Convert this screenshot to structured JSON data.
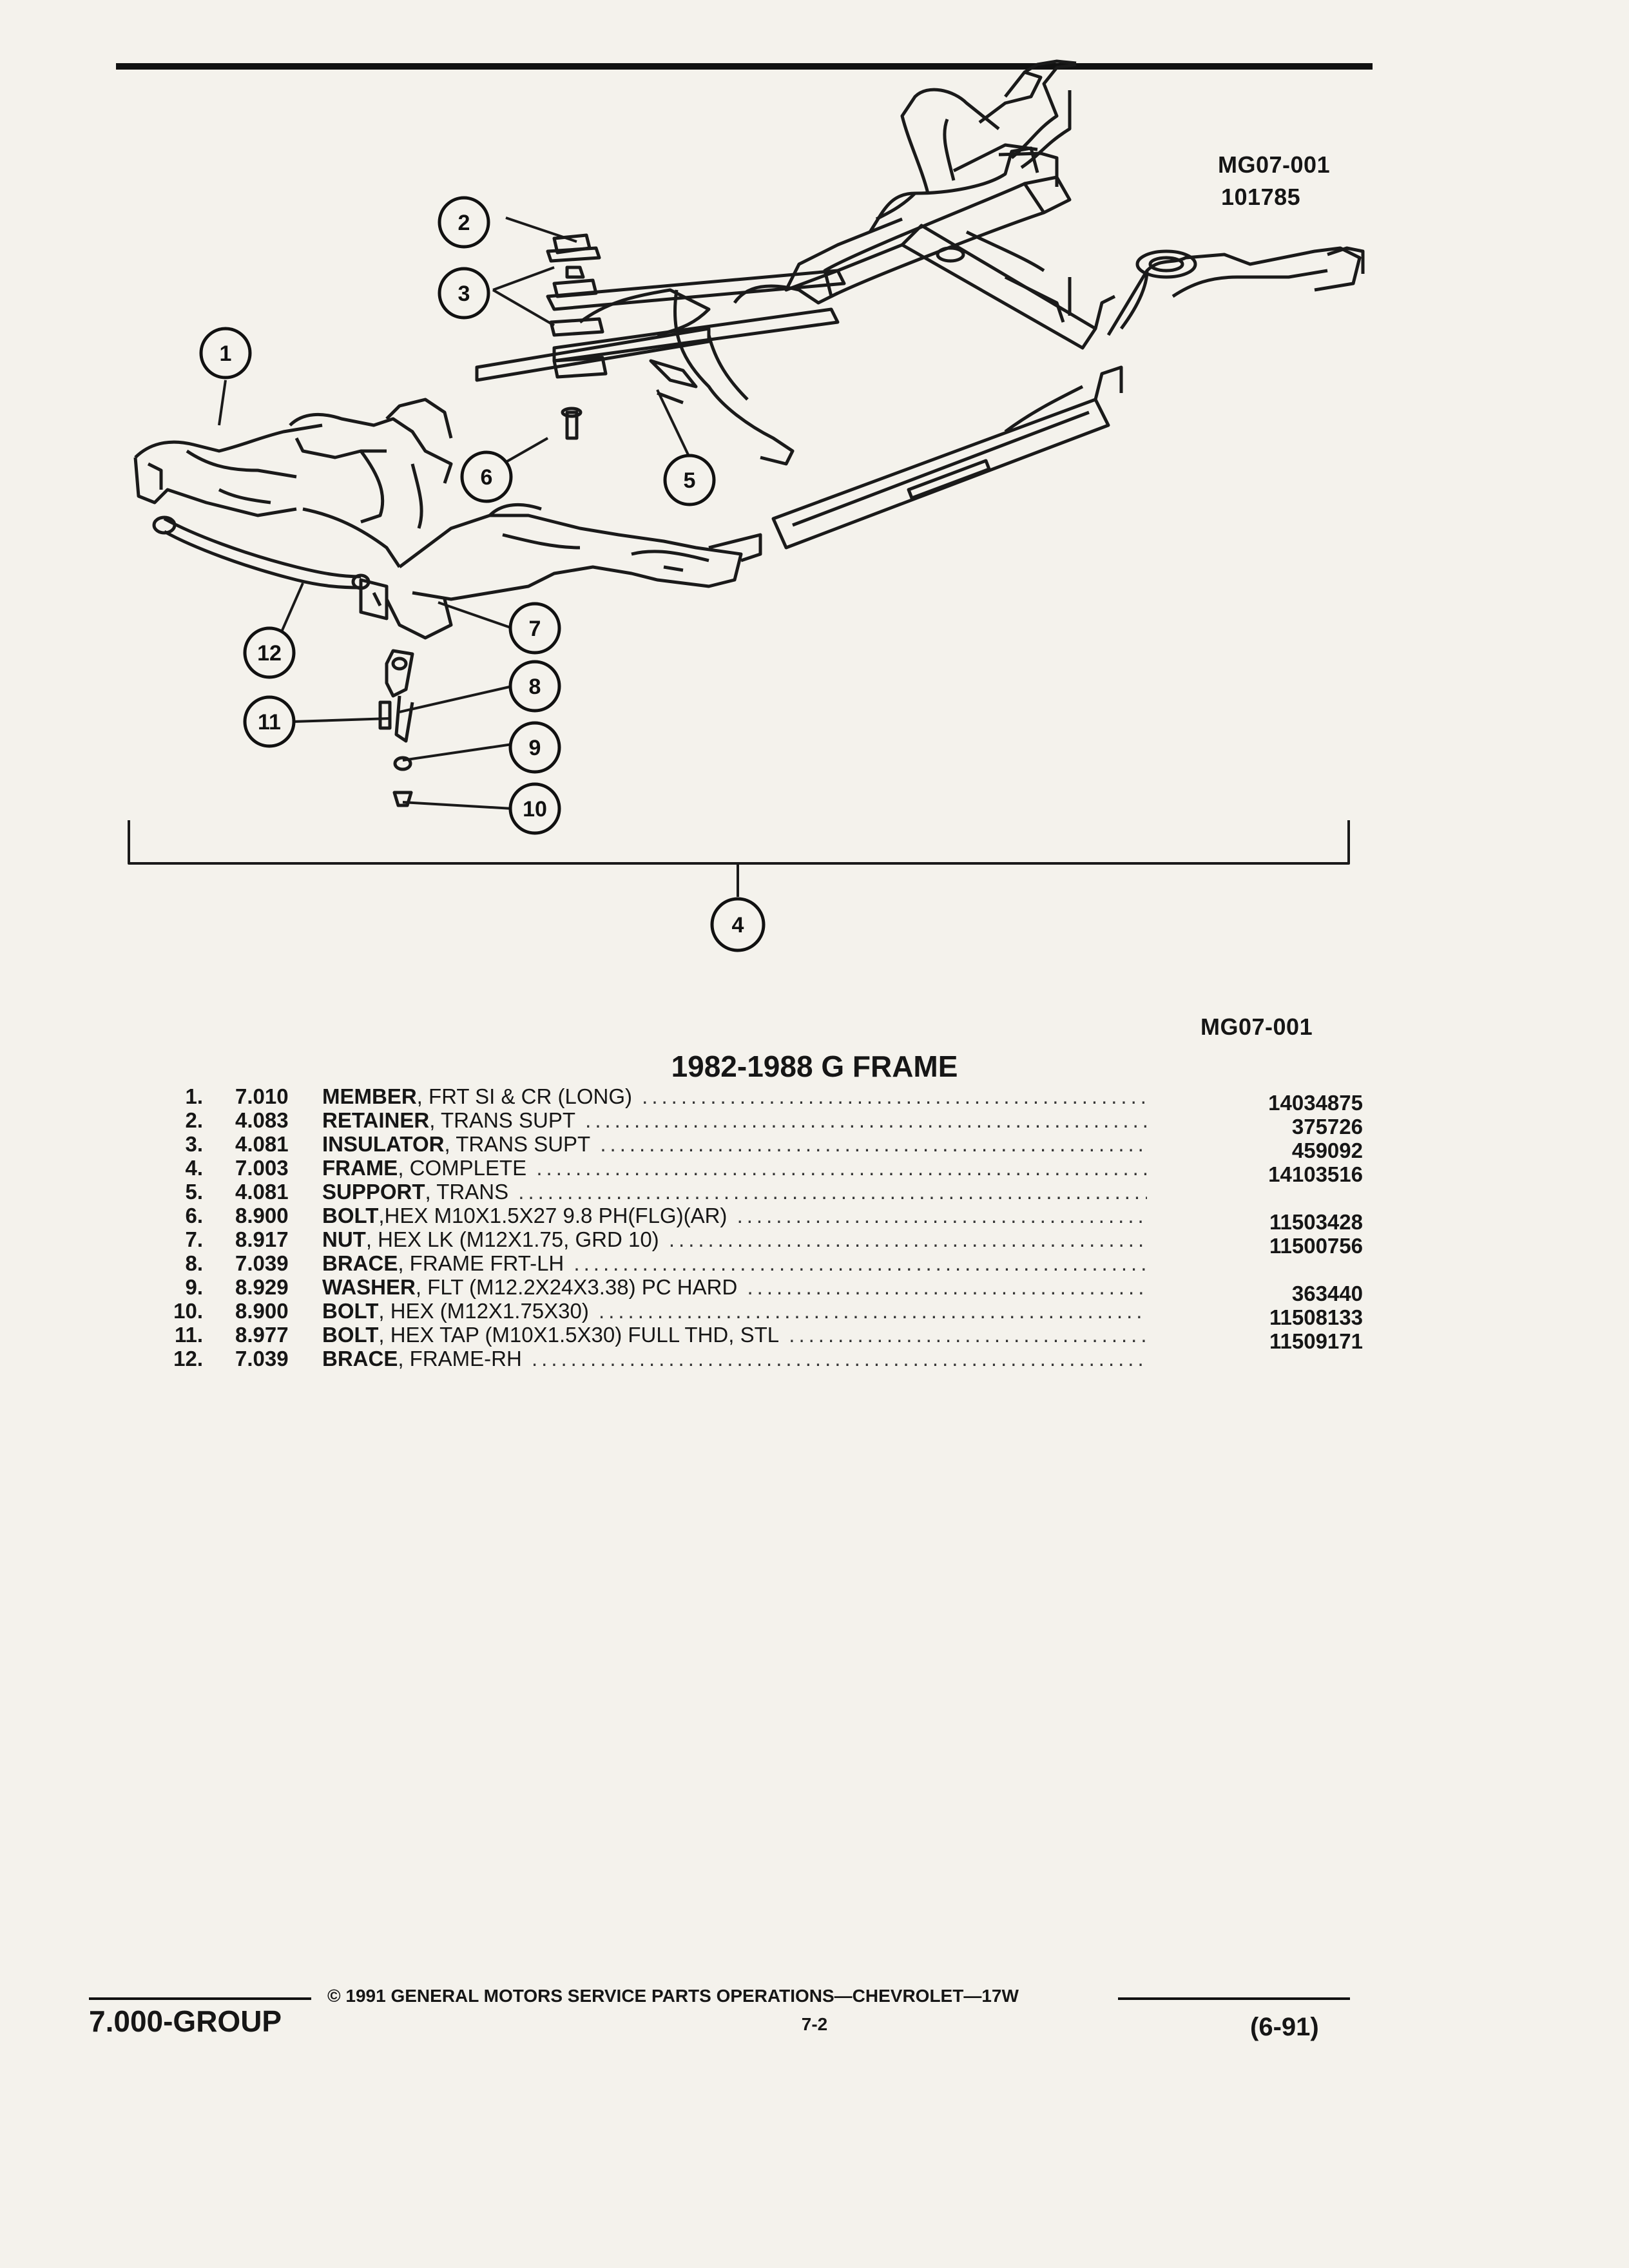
{
  "figure": {
    "id_top": "MG07-001",
    "date_code": "101785",
    "id_bottom": "MG07-001",
    "callouts": [
      "1",
      "2",
      "3",
      "4",
      "5",
      "6",
      "7",
      "8",
      "9",
      "10",
      "11",
      "12"
    ]
  },
  "parts": {
    "title": "1982-1988 G FRAME",
    "rows": [
      {
        "num": "1.",
        "code": "7.010",
        "name": "MEMBER",
        "desc": ", FRT SI & CR (LONG)",
        "part": "14034875"
      },
      {
        "num": "2.",
        "code": "4.083",
        "name": "RETAINER",
        "desc": ", TRANS SUPT",
        "part": "375726"
      },
      {
        "num": "3.",
        "code": "4.081",
        "name": "INSULATOR",
        "desc": ", TRANS SUPT",
        "part": "459092"
      },
      {
        "num": "4.",
        "code": "7.003",
        "name": "FRAME",
        "desc": ", COMPLETE",
        "part": "14103516"
      },
      {
        "num": "5.",
        "code": "4.081",
        "name": "SUPPORT",
        "desc": ", TRANS",
        "part": ""
      },
      {
        "num": "6.",
        "code": "8.900",
        "name": "BOLT",
        "desc": ",HEX M10X1.5X27 9.8 PH(FLG)(AR)",
        "part": "11503428"
      },
      {
        "num": "7.",
        "code": "8.917",
        "name": "NUT",
        "desc": ", HEX LK (M12X1.75, GRD 10)",
        "part": "11500756"
      },
      {
        "num": "8.",
        "code": "7.039",
        "name": "BRACE",
        "desc": ", FRAME FRT-LH",
        "part": ""
      },
      {
        "num": "9.",
        "code": "8.929",
        "name": "WASHER",
        "desc": ", FLT (M12.2X24X3.38) PC HARD",
        "part": "363440"
      },
      {
        "num": "10.",
        "code": "8.900",
        "name": "BOLT",
        "desc": ", HEX (M12X1.75X30)",
        "part": "11508133"
      },
      {
        "num": "11.",
        "code": "8.977",
        "name": "BOLT",
        "desc": ", HEX TAP (M10X1.5X30) FULL THD, STL",
        "part": "11509171"
      },
      {
        "num": "12.",
        "code": "7.039",
        "name": "BRACE",
        "desc": ", FRAME-RH",
        "part": ""
      }
    ]
  },
  "footer": {
    "group": "7.000-GROUP",
    "copyright": "© 1991 GENERAL MOTORS SERVICE PARTS OPERATIONS—CHEVROLET—17W",
    "page": "7-2",
    "date": "(6-91)"
  }
}
